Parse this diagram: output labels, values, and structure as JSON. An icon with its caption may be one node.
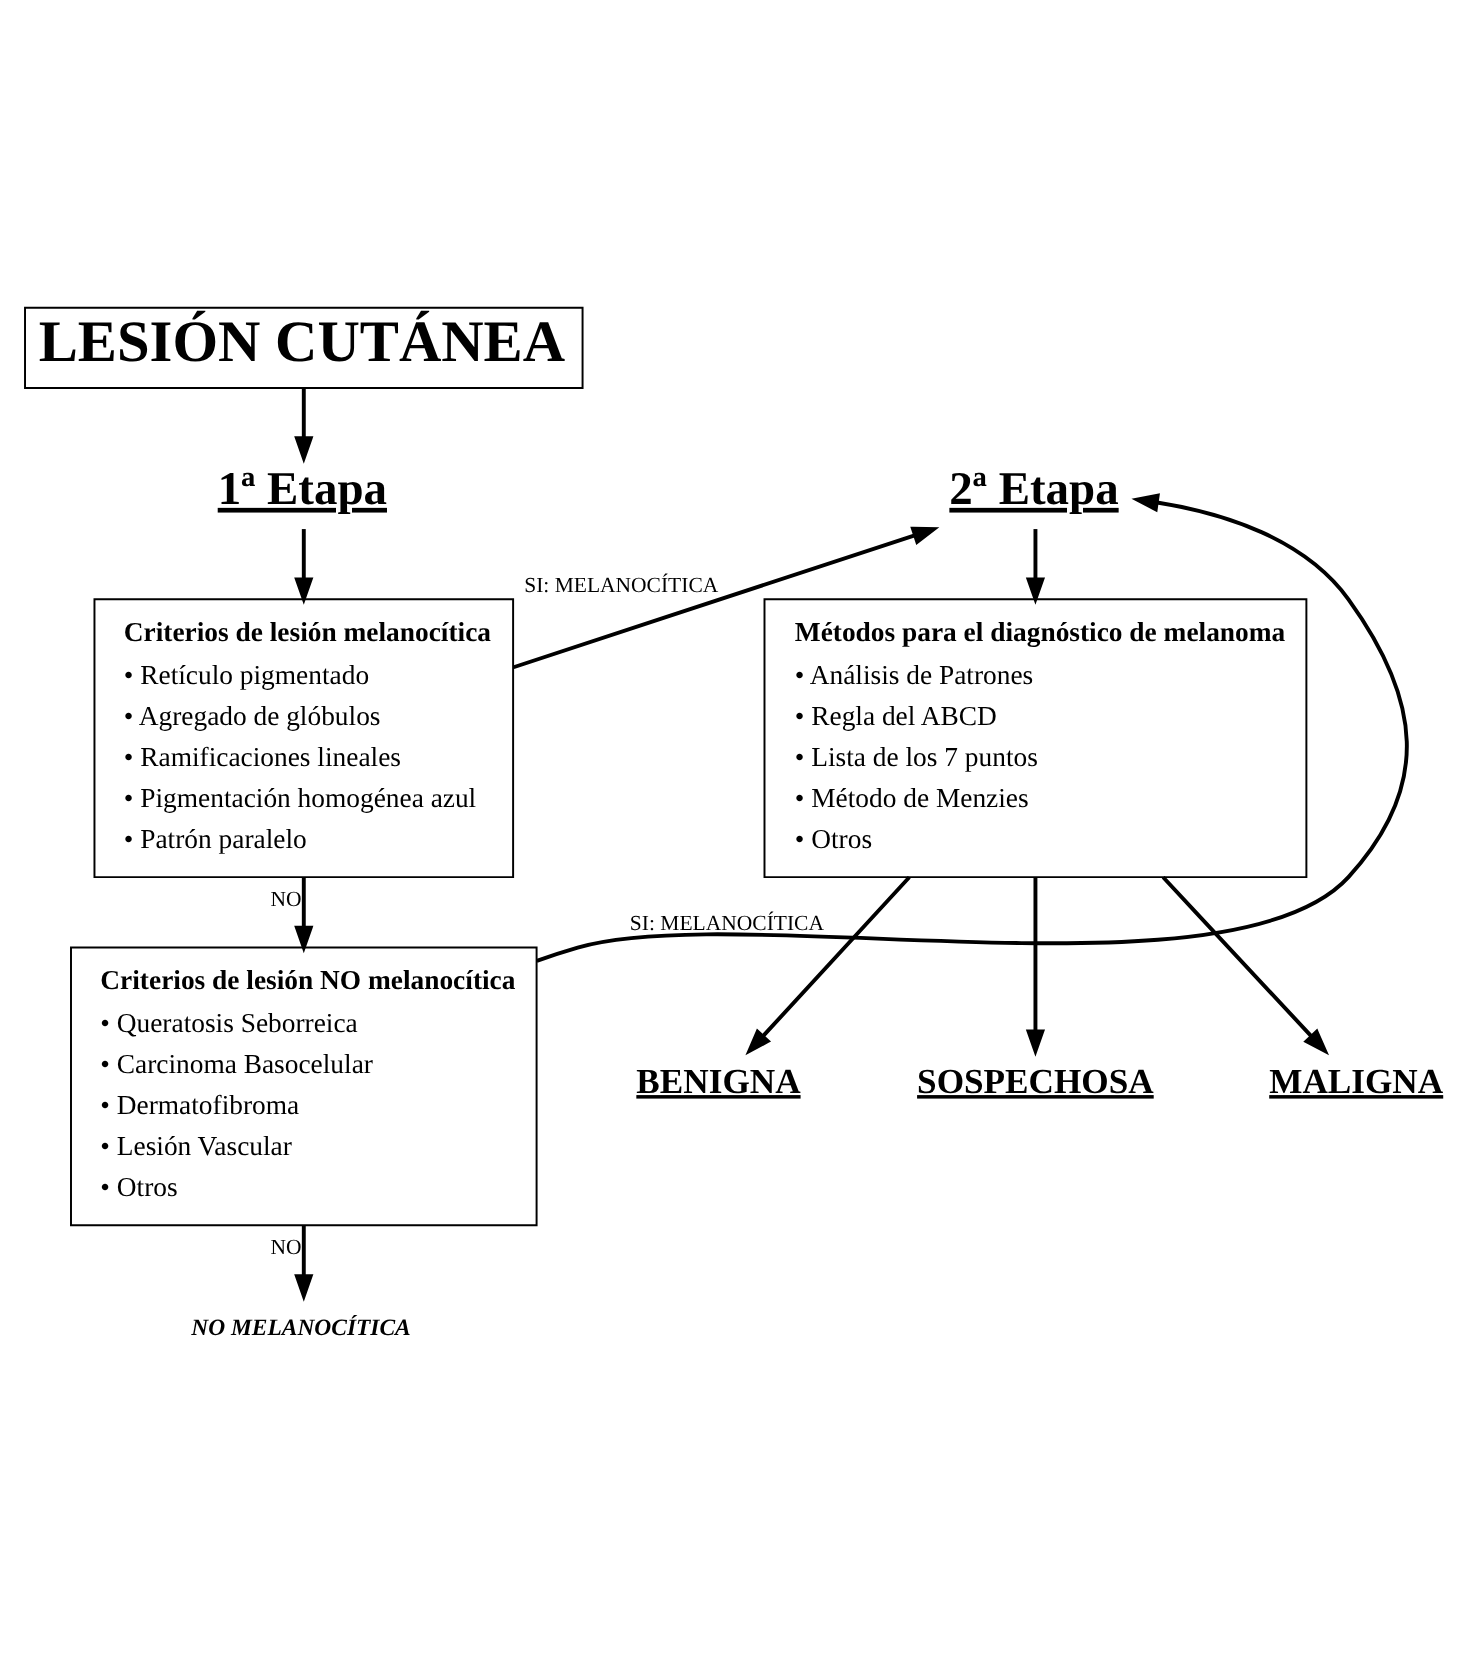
{
  "diagram": {
    "nodes": [
      {
        "text": [
          "LESIÓN CUTÁNEA"
        ]
      },
      {
        "text": [
          "1ª Etapa"
        ]
      },
      {
        "text": [
          "2ª Etapa"
        ]
      },
      {
        "text": [
          "Criterios de lesión melanocítica",
          "• Retículo pigmentado",
          "• Agregado de glóbulos",
          "• Ramificaciones lineales",
          "• Pigmentación homogénea azul",
          "• Patrón paralelo"
        ]
      },
      {
        "text": [
          "Métodos para el diagnóstico de melanoma",
          "• Análisis de Patrones",
          "• Regla del ABCD",
          "• Lista de los 7 puntos",
          "• Método de Menzies",
          "• Otros"
        ]
      },
      {
        "text": [
          "Criterios de lesión NO melanocítica",
          "• Queratosis Seborreica",
          "• Carcinoma Basocelular",
          "• Dermatofibroma",
          "• Lesión Vascular",
          "• Otros"
        ]
      },
      {
        "text": [
          "BENIGNA"
        ]
      },
      {
        "text": [
          "SOSPECHOSA"
        ]
      },
      {
        "text": [
          "MALIGNA"
        ]
      },
      {
        "text": [
          "NO MELANOCÍTICA"
        ]
      }
    ],
    "edges": [
      {
        "from": 0,
        "to": 1,
        "arrow": "to"
      },
      {
        "from": 1,
        "to": 3,
        "arrow": "to"
      },
      {
        "from": 3,
        "to": 5,
        "arrow": "to",
        "label": "NO"
      },
      {
        "from": 3,
        "to": 2,
        "arrow": "to",
        "label": "SI: MELANOCÍTICA"
      },
      {
        "from": 5,
        "to": 2,
        "arrow": "to",
        "label": "SI: MELANOCÍTICA"
      },
      {
        "from": 5,
        "to": 9,
        "arrow": "to",
        "label": "NO"
      },
      {
        "from": 2,
        "to": 4,
        "arrow": "to"
      },
      {
        "from": 4,
        "to": 6,
        "arrow": "to"
      },
      {
        "from": 4,
        "to": 7,
        "arrow": "to"
      },
      {
        "from": 4,
        "to": 8,
        "arrow": "to"
      }
    ]
  }
}
